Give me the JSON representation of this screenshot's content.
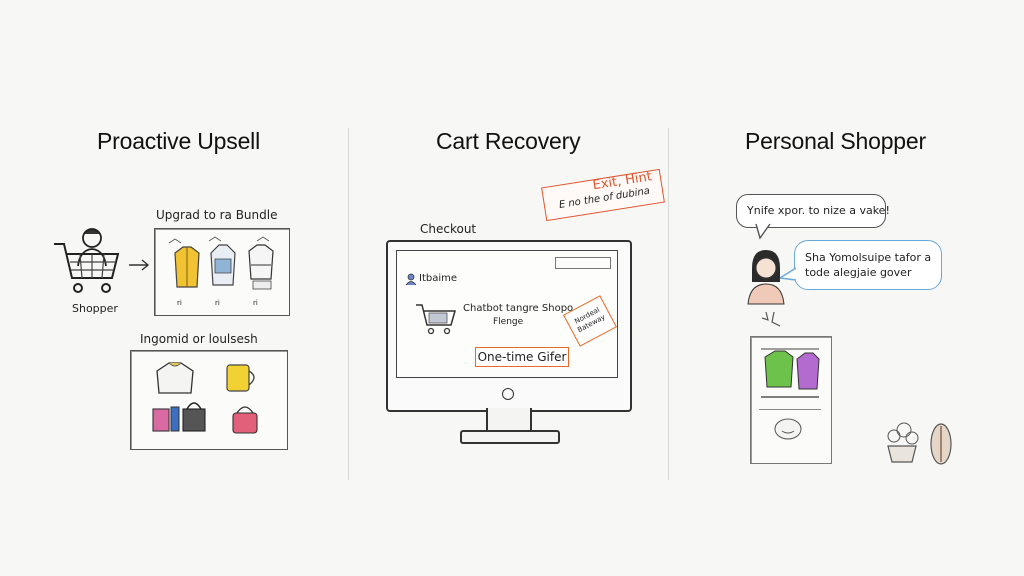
{
  "panels": [
    {
      "title": "Proactive Upsell"
    },
    {
      "title": "Cart Recovery"
    },
    {
      "title": "Personal Shopper"
    }
  ],
  "upsell": {
    "shopper_label": "Shopper",
    "bundle_label": "Upgrad to ra Bundle",
    "bundle_item_labels": [
      "ri",
      "ri",
      "ri"
    ],
    "second_label": "Ingomid or loulsesh"
  },
  "cart": {
    "exit_line1": "Exit, Hint",
    "exit_line2": "E no the of dubina",
    "checkout_label": "Checkout",
    "browser_brand": "Itbaime",
    "message_line1": "Chatbot tangre Shopo",
    "message_line2": "Flenge",
    "offer_label": "One-time Gifer",
    "tag_text": "Nordeal Bateway",
    "colors": {
      "exit": "#e0552f",
      "offer": "#e66a25"
    }
  },
  "shopper": {
    "bubble1": "Ynife xpor. to nize a vake!",
    "bubble2_line1": "Sha Yomolsuipe tafor a",
    "bubble2_line2": "tode alegjaie gover",
    "colors": {
      "bubble_blue": "#6aa8d8",
      "shirt_green": "#6cc24a",
      "shirt_purple": "#b46bd0"
    }
  }
}
